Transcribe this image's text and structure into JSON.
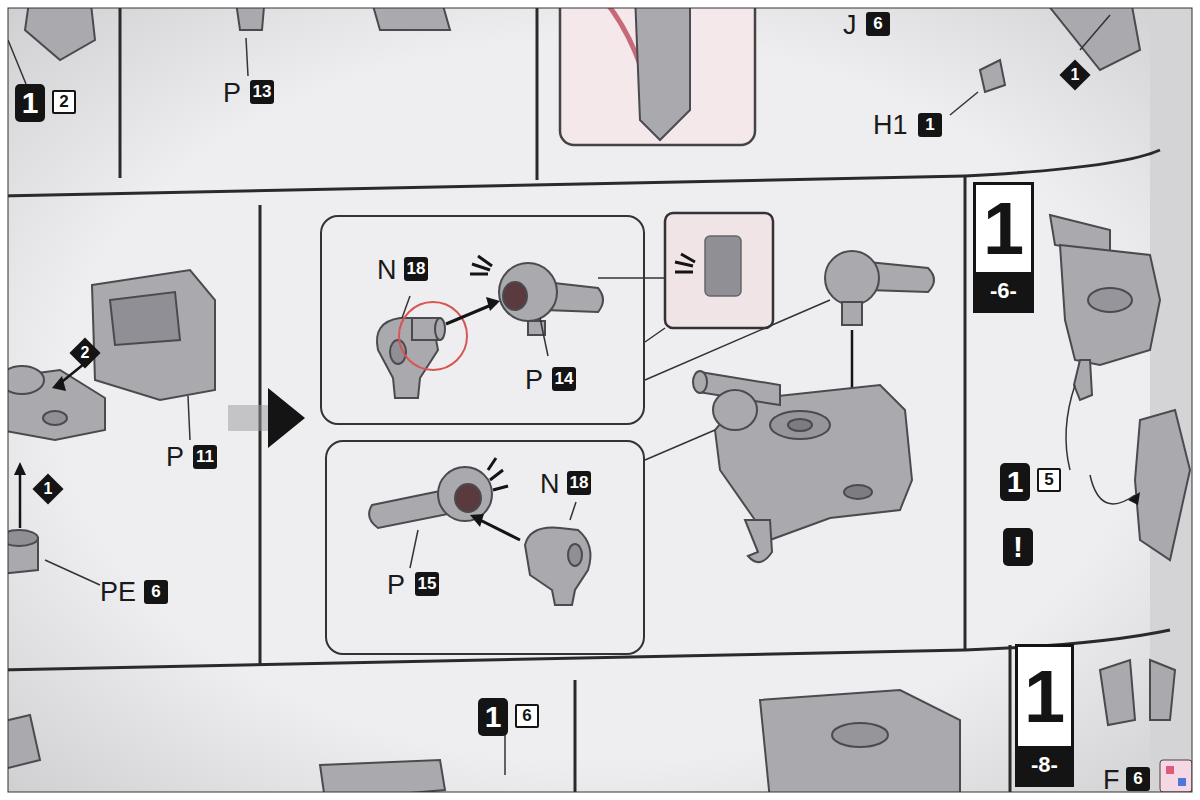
{
  "diagram": {
    "nodes": [
      {
        "text": [
          "N",
          "18",
          "P",
          "14"
        ]
      },
      {
        "text": [
          "N",
          "18",
          "P",
          "15"
        ]
      },
      {
        "text": [
          "1",
          "-6-"
        ]
      },
      {
        "text": [
          "1",
          "-8-"
        ]
      }
    ],
    "labels": [
      "1",
      "2",
      "P",
      "13",
      "J",
      "6",
      "H1",
      "1",
      "1",
      "2",
      "1",
      "P",
      "11",
      "PE",
      "6",
      "1",
      "5",
      "!",
      "1",
      "6",
      "F",
      "6"
    ]
  }
}
